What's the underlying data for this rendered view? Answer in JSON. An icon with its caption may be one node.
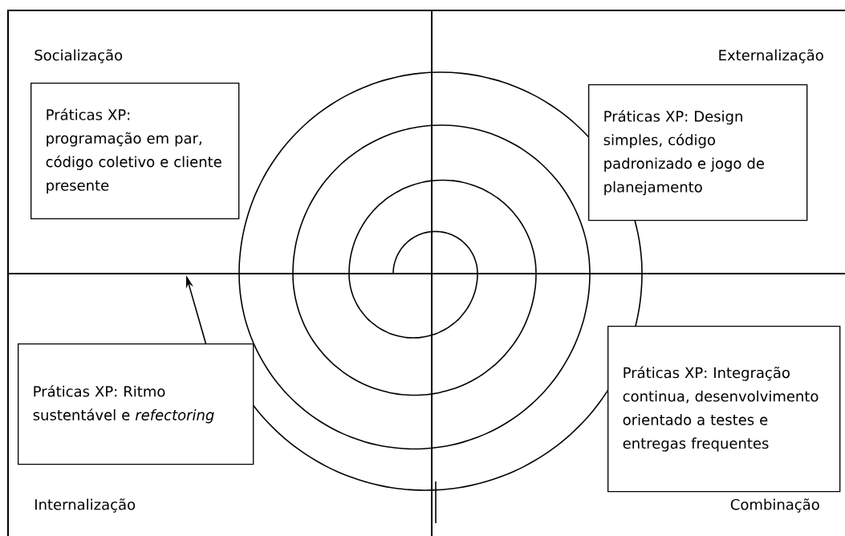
{
  "diagram": {
    "nodes": [
      {
        "text": [
          "Práticas XP: programação em par, código coletivo e cliente presente"
        ]
      },
      {
        "text": [
          "Práticas XP: Design simples, código padronizado e jogo de planejamento"
        ]
      },
      {
        "text": [
          "Práticas XP: Ritmo sustentável e *refectoring*"
        ]
      },
      {
        "text": [
          "Práticas XP: Integração continua, desenvolvimento orientado a testes e entregas frequentes"
        ]
      }
    ],
    "labels": [
      "Socialização",
      "Externalização",
      "Internalização",
      "Combinação"
    ]
  }
}
